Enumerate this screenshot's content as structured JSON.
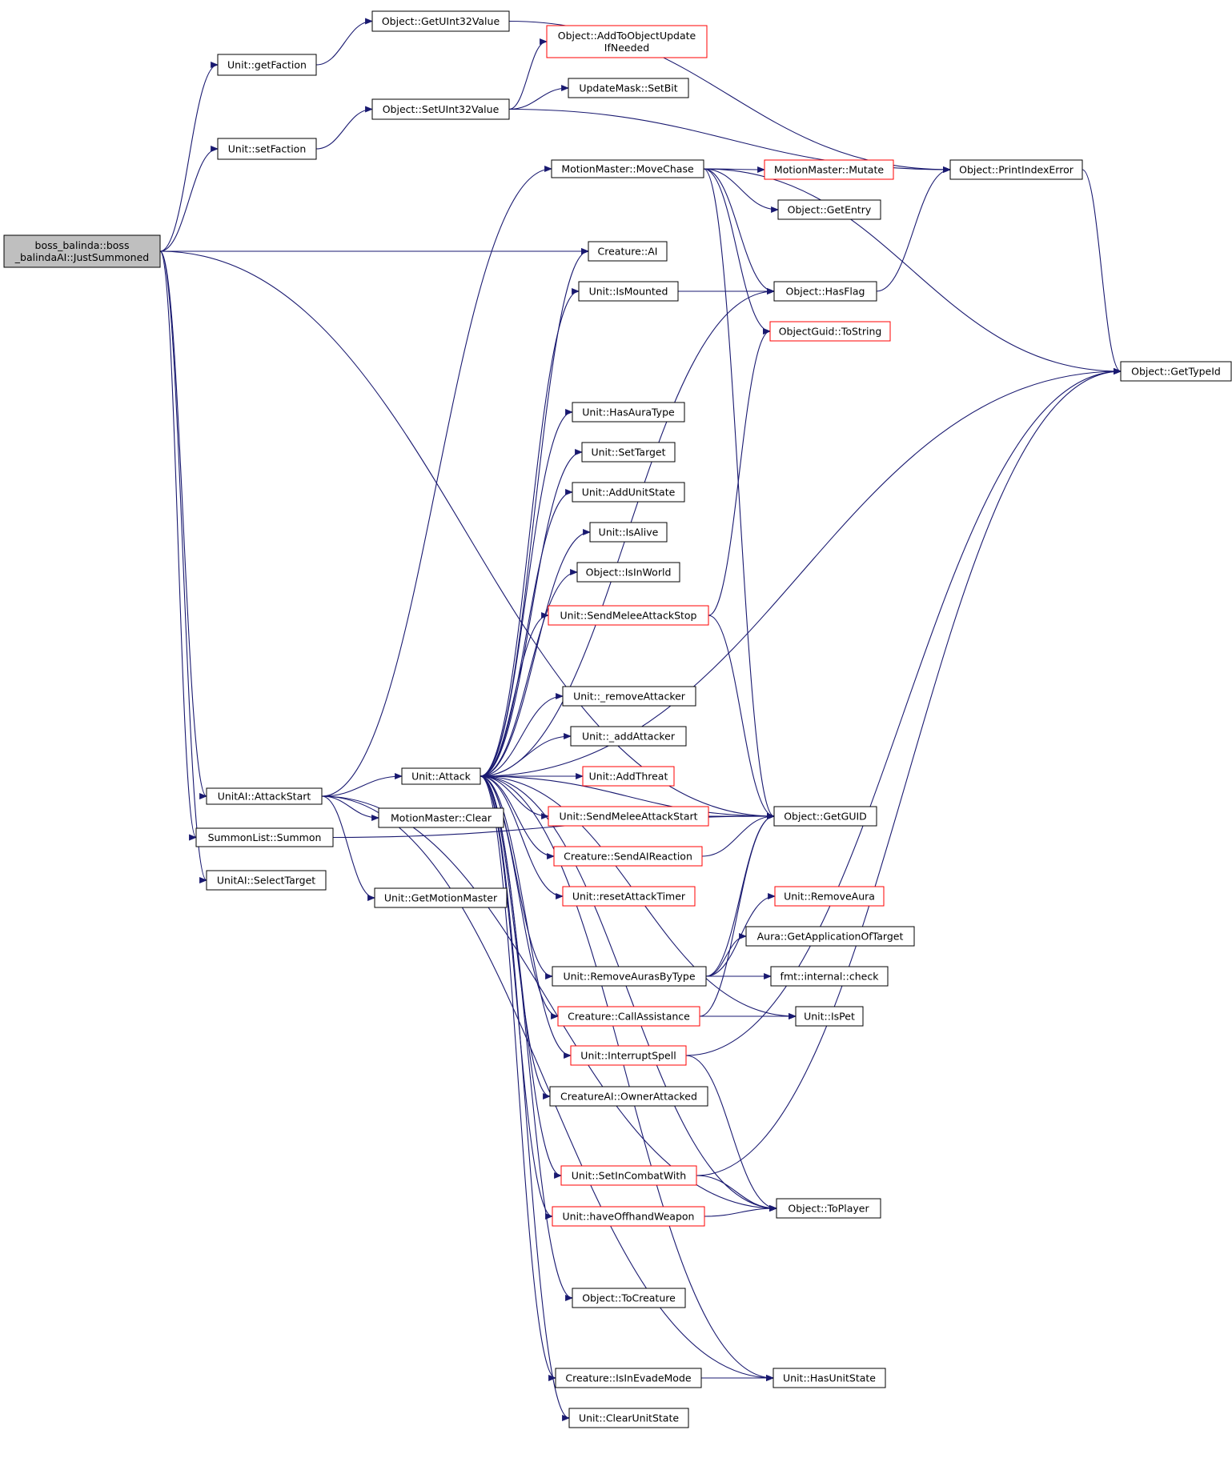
{
  "nodes": [
    {
      "id": "root",
      "label": [
        "boss_balinda::boss",
        "_balindaAI::JustSummoned"
      ],
      "style": "root"
    },
    {
      "id": "getFaction",
      "label": [
        "Unit::getFaction"
      ],
      "style": "black"
    },
    {
      "id": "setFaction",
      "label": [
        "Unit::setFaction"
      ],
      "style": "black"
    },
    {
      "id": "attackStart",
      "label": [
        "UnitAI::AttackStart"
      ],
      "style": "black"
    },
    {
      "id": "summon",
      "label": [
        "SummonList::Summon"
      ],
      "style": "black"
    },
    {
      "id": "selectTarget",
      "label": [
        "UnitAI::SelectTarget"
      ],
      "style": "black"
    },
    {
      "id": "getUInt32",
      "label": [
        "Object::GetUInt32Value"
      ],
      "style": "black"
    },
    {
      "id": "setUInt32",
      "label": [
        "Object::SetUInt32Value"
      ],
      "style": "black"
    },
    {
      "id": "attack",
      "label": [
        "Unit::Attack"
      ],
      "style": "black"
    },
    {
      "id": "mmClear",
      "label": [
        "MotionMaster::Clear"
      ],
      "style": "black"
    },
    {
      "id": "getMM",
      "label": [
        "Unit::GetMotionMaster"
      ],
      "style": "black"
    },
    {
      "id": "addToObjUpd",
      "label": [
        "Object::AddToObjectUpdate",
        "IfNeeded"
      ],
      "style": "red"
    },
    {
      "id": "setBit",
      "label": [
        "UpdateMask::SetBit"
      ],
      "style": "black"
    },
    {
      "id": "moveChase",
      "label": [
        "MotionMaster::MoveChase"
      ],
      "style": "black"
    },
    {
      "id": "creatureAI",
      "label": [
        "Creature::AI"
      ],
      "style": "black"
    },
    {
      "id": "isMounted",
      "label": [
        "Unit::IsMounted"
      ],
      "style": "black"
    },
    {
      "id": "hasAuraType",
      "label": [
        "Unit::HasAuraType"
      ],
      "style": "black"
    },
    {
      "id": "setTarget",
      "label": [
        "Unit::SetTarget"
      ],
      "style": "black"
    },
    {
      "id": "addUnitState",
      "label": [
        "Unit::AddUnitState"
      ],
      "style": "black"
    },
    {
      "id": "isAlive",
      "label": [
        "Unit::IsAlive"
      ],
      "style": "black"
    },
    {
      "id": "isInWorld",
      "label": [
        "Object::IsInWorld"
      ],
      "style": "black"
    },
    {
      "id": "sendMeleeStop",
      "label": [
        "Unit::SendMeleeAttackStop"
      ],
      "style": "red"
    },
    {
      "id": "removeAttacker",
      "label": [
        "Unit::_removeAttacker"
      ],
      "style": "black"
    },
    {
      "id": "addAttacker",
      "label": [
        "Unit::_addAttacker"
      ],
      "style": "black"
    },
    {
      "id": "addThreat",
      "label": [
        "Unit::AddThreat"
      ],
      "style": "red"
    },
    {
      "id": "sendMeleeStart",
      "label": [
        "Unit::SendMeleeAttackStart"
      ],
      "style": "red"
    },
    {
      "id": "sendAIReaction",
      "label": [
        "Creature::SendAIReaction"
      ],
      "style": "red"
    },
    {
      "id": "resetAttackTimer",
      "label": [
        "Unit::resetAttackTimer"
      ],
      "style": "red"
    },
    {
      "id": "removeAurasByType",
      "label": [
        "Unit::RemoveAurasByType"
      ],
      "style": "black"
    },
    {
      "id": "callAssistance",
      "label": [
        "Creature::CallAssistance"
      ],
      "style": "red"
    },
    {
      "id": "interruptSpell",
      "label": [
        "Unit::InterruptSpell"
      ],
      "style": "red"
    },
    {
      "id": "ownerAttacked",
      "label": [
        "CreatureAI::OwnerAttacked"
      ],
      "style": "black"
    },
    {
      "id": "setInCombatWith",
      "label": [
        "Unit::SetInCombatWith"
      ],
      "style": "red"
    },
    {
      "id": "haveOffhand",
      "label": [
        "Unit::haveOffhandWeapon"
      ],
      "style": "red"
    },
    {
      "id": "toCreature",
      "label": [
        "Object::ToCreature"
      ],
      "style": "black"
    },
    {
      "id": "isInEvade",
      "label": [
        "Creature::IsInEvadeMode"
      ],
      "style": "black"
    },
    {
      "id": "clearUnitState",
      "label": [
        "Unit::ClearUnitState"
      ],
      "style": "black"
    },
    {
      "id": "mutate",
      "label": [
        "MotionMaster::Mutate"
      ],
      "style": "red"
    },
    {
      "id": "getEntry",
      "label": [
        "Object::GetEntry"
      ],
      "style": "black"
    },
    {
      "id": "hasFlag",
      "label": [
        "Object::HasFlag"
      ],
      "style": "black"
    },
    {
      "id": "guidToString",
      "label": [
        "ObjectGuid::ToString"
      ],
      "style": "red"
    },
    {
      "id": "getGUID",
      "label": [
        "Object::GetGUID"
      ],
      "style": "black"
    },
    {
      "id": "removeAura",
      "label": [
        "Unit::RemoveAura"
      ],
      "style": "red"
    },
    {
      "id": "getAppOfTarget",
      "label": [
        "Aura::GetApplicationOfTarget"
      ],
      "style": "black"
    },
    {
      "id": "fmtCheck",
      "label": [
        "fmt::internal::check"
      ],
      "style": "black"
    },
    {
      "id": "isPet",
      "label": [
        "Unit::IsPet"
      ],
      "style": "black"
    },
    {
      "id": "toPlayer",
      "label": [
        "Object::ToPlayer"
      ],
      "style": "black"
    },
    {
      "id": "hasUnitState",
      "label": [
        "Unit::HasUnitState"
      ],
      "style": "black"
    },
    {
      "id": "printIndexError",
      "label": [
        "Object::PrintIndexError"
      ],
      "style": "black"
    },
    {
      "id": "getTypeId",
      "label": [
        "Object::GetTypeId"
      ],
      "style": "black"
    }
  ],
  "edges": [
    [
      "root",
      "getFaction"
    ],
    [
      "root",
      "setFaction"
    ],
    [
      "root",
      "getGUID"
    ],
    [
      "root",
      "creatureAI"
    ],
    [
      "root",
      "attackStart"
    ],
    [
      "root",
      "summon"
    ],
    [
      "root",
      "selectTarget"
    ],
    [
      "getFaction",
      "getUInt32"
    ],
    [
      "setFaction",
      "setUInt32"
    ],
    [
      "getUInt32",
      "printIndexError"
    ],
    [
      "setUInt32",
      "addToObjUpd"
    ],
    [
      "setUInt32",
      "setBit"
    ],
    [
      "setUInt32",
      "printIndexError"
    ],
    [
      "attackStart",
      "attack"
    ],
    [
      "attackStart",
      "mmClear"
    ],
    [
      "attackStart",
      "getMM"
    ],
    [
      "attackStart",
      "moveChase"
    ],
    [
      "attackStart",
      "toPlayer"
    ],
    [
      "attackStart",
      "hasUnitState"
    ],
    [
      "summon",
      "getGUID"
    ],
    [
      "moveChase",
      "mutate"
    ],
    [
      "moveChase",
      "getEntry"
    ],
    [
      "moveChase",
      "hasFlag"
    ],
    [
      "moveChase",
      "guidToString"
    ],
    [
      "moveChase",
      "getGUID"
    ],
    [
      "moveChase",
      "getTypeId"
    ],
    [
      "isMounted",
      "hasFlag"
    ],
    [
      "hasFlag",
      "printIndexError"
    ],
    [
      "printIndexError",
      "getTypeId"
    ],
    [
      "attack",
      "creatureAI"
    ],
    [
      "attack",
      "isMounted"
    ],
    [
      "attack",
      "hasFlag"
    ],
    [
      "attack",
      "getTypeId"
    ],
    [
      "attack",
      "hasAuraType"
    ],
    [
      "attack",
      "setTarget"
    ],
    [
      "attack",
      "addUnitState"
    ],
    [
      "attack",
      "isAlive"
    ],
    [
      "attack",
      "isInWorld"
    ],
    [
      "attack",
      "sendMeleeStop"
    ],
    [
      "attack",
      "getGUID"
    ],
    [
      "attack",
      "removeAttacker"
    ],
    [
      "attack",
      "addAttacker"
    ],
    [
      "attack",
      "addThreat"
    ],
    [
      "attack",
      "sendMeleeStart"
    ],
    [
      "attack",
      "sendAIReaction"
    ],
    [
      "attack",
      "resetAttackTimer"
    ],
    [
      "attack",
      "removeAurasByType"
    ],
    [
      "attack",
      "callAssistance"
    ],
    [
      "attack",
      "interruptSpell"
    ],
    [
      "attack",
      "ownerAttacked"
    ],
    [
      "attack",
      "isPet"
    ],
    [
      "attack",
      "setInCombatWith"
    ],
    [
      "attack",
      "haveOffhand"
    ],
    [
      "attack",
      "toPlayer"
    ],
    [
      "attack",
      "toCreature"
    ],
    [
      "attack",
      "hasUnitState"
    ],
    [
      "attack",
      "isInEvade"
    ],
    [
      "attack",
      "clearUnitState"
    ],
    [
      "sendMeleeStop",
      "guidToString"
    ],
    [
      "sendMeleeStop",
      "getGUID"
    ],
    [
      "sendMeleeStart",
      "getGUID"
    ],
    [
      "sendAIReaction",
      "getGUID"
    ],
    [
      "removeAurasByType",
      "removeAura"
    ],
    [
      "removeAurasByType",
      "getAppOfTarget"
    ],
    [
      "removeAurasByType",
      "fmtCheck"
    ],
    [
      "removeAurasByType",
      "getGUID"
    ],
    [
      "callAssistance",
      "isPet"
    ],
    [
      "callAssistance",
      "getGUID"
    ],
    [
      "interruptSpell",
      "getTypeId"
    ],
    [
      "interruptSpell",
      "toPlayer"
    ],
    [
      "setInCombatWith",
      "getTypeId"
    ],
    [
      "setInCombatWith",
      "toPlayer"
    ],
    [
      "haveOffhand",
      "toPlayer"
    ],
    [
      "isInEvade",
      "hasUnitState"
    ]
  ],
  "colors": {
    "edge": "#191970",
    "box": "#000000",
    "boxRed": "#ff0000",
    "rootFill": "#bfbfbf"
  }
}
